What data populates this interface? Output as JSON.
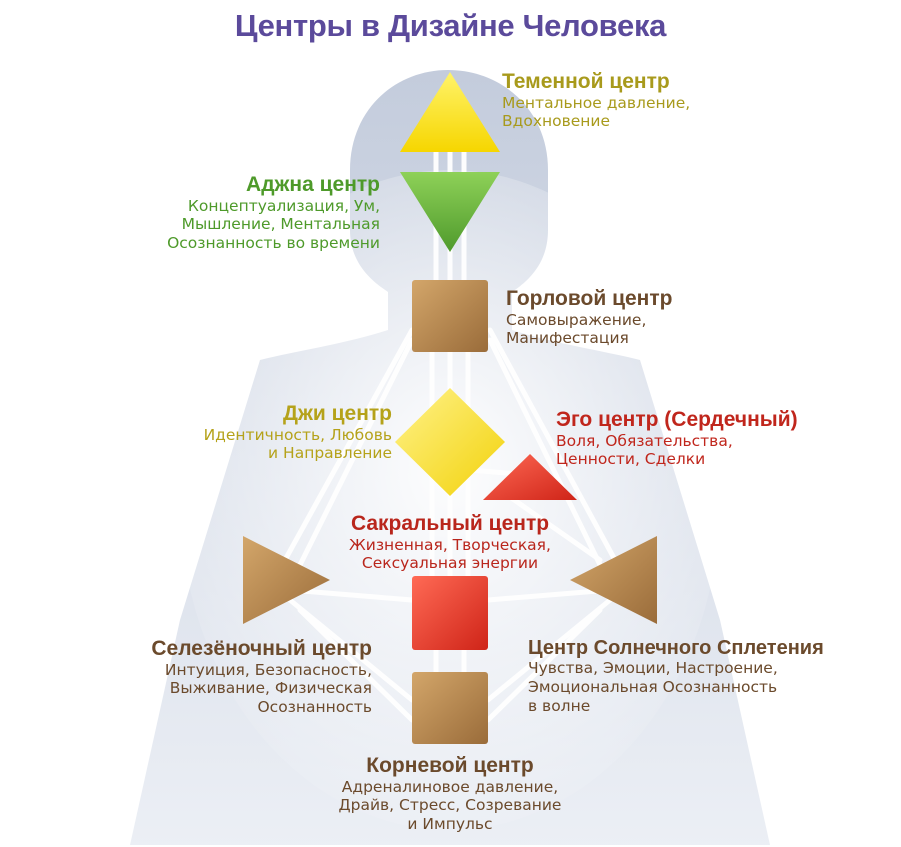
{
  "title": "Центры в Дизайне Человека",
  "colors": {
    "title": "#5b4a9b",
    "crown": "#a89a1c",
    "ajna": "#4e9a2a",
    "neutral": "#6b4a2c",
    "ego": "#c0261c",
    "sacral": "#b9261c",
    "yellow": "#ffe800",
    "green": "#6fbe44",
    "brown": "#b7884d",
    "red": "#e0372a"
  },
  "centers": {
    "crown": {
      "name": "Теменной центр",
      "desc": [
        "Ментальное давление,",
        "Вдохновение"
      ]
    },
    "ajna": {
      "name": "Аджна центр",
      "desc": [
        "Концептуализация, Ум,",
        "Мышление, Ментальная",
        "Осознанность во времени"
      ]
    },
    "throat": {
      "name": "Горловой центр",
      "desc": [
        "Самовыражение,",
        "Манифестация"
      ]
    },
    "g": {
      "name": "Джи центр",
      "desc": [
        "Идентичность, Любовь",
        "и Направление"
      ]
    },
    "ego": {
      "name": "Эго центр (Сердечный)",
      "desc": [
        "Воля, Обязательства,",
        "Ценности, Сделки"
      ]
    },
    "sacral": {
      "name": "Сакральный центр",
      "desc": [
        "Жизненная, Творческая,",
        "Сексуальная энергии"
      ]
    },
    "spleen": {
      "name": "Селезёночный центр",
      "desc": [
        "Интуиция, Безопасность,",
        "Выживание, Физическая",
        "Осознанность"
      ]
    },
    "solar": {
      "name": "Центр Солнечного Сплетения",
      "desc": [
        "Чувства, Эмоции, Настроение,",
        "Эмоциональная Осознанность",
        "в волне"
      ]
    },
    "root": {
      "name": "Корневой центр",
      "desc": [
        "Адреналиновое давление,",
        "Драйв, Стресс, Созревание",
        "и Импульс"
      ]
    }
  }
}
